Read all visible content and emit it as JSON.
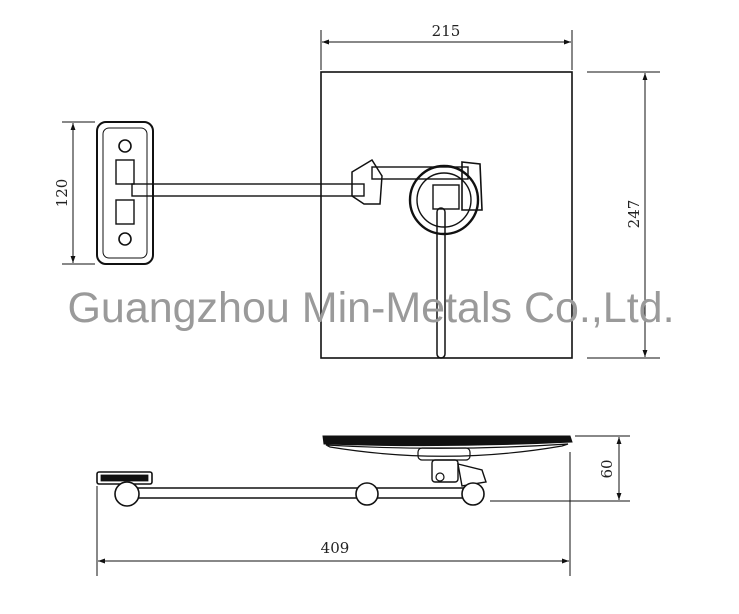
{
  "dimensions": {
    "mirror_width": "215",
    "mirror_height": "247",
    "plate_height": "120",
    "total_depth": "409",
    "side_height": "60"
  },
  "watermark": "Guangzhou Min-Metals Co.,Ltd.",
  "colors": {
    "line": "#111111",
    "watermark": "#9a9a9a",
    "background": "#ffffff"
  }
}
